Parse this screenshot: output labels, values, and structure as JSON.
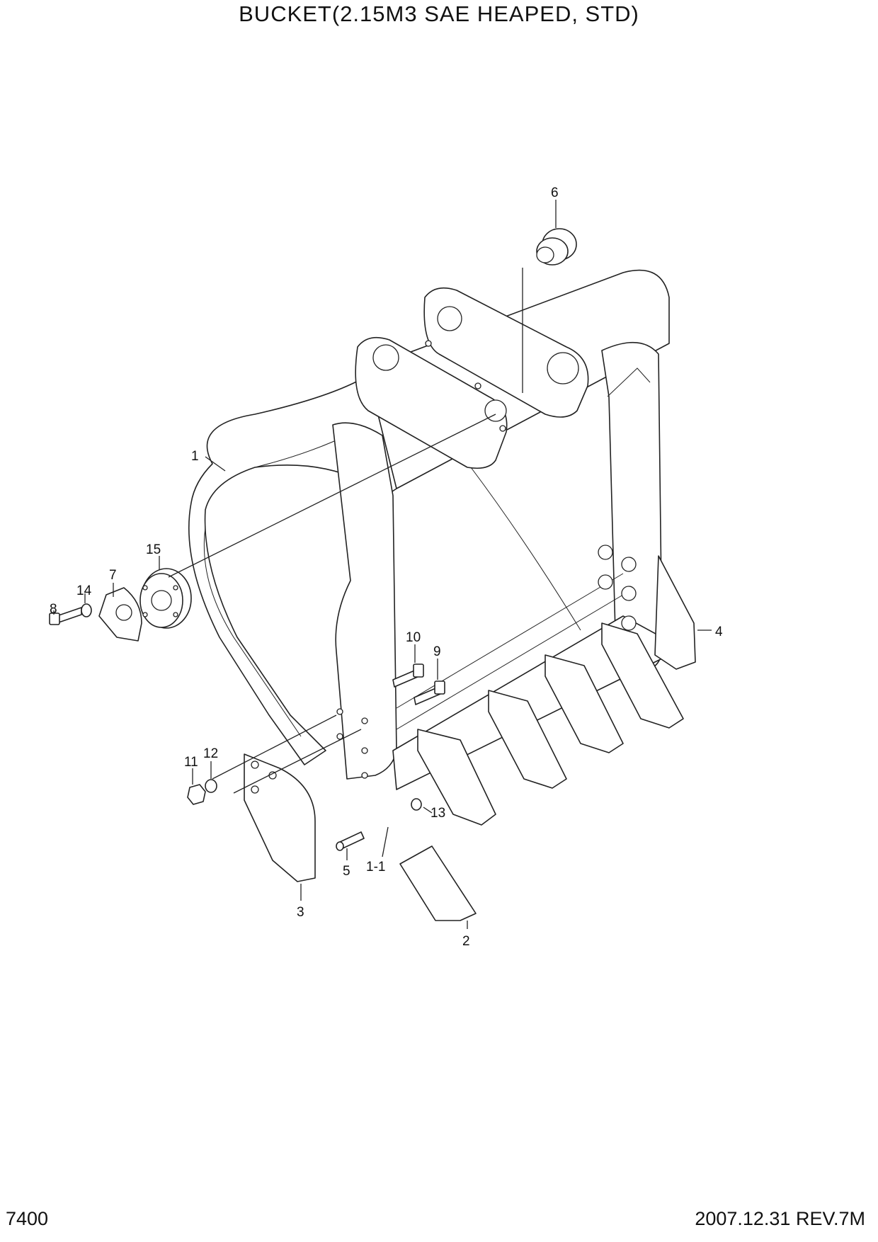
{
  "header": {
    "title": "BUCKET(2.15M3  SAE HEAPED, STD)"
  },
  "footer": {
    "page_code": "7400",
    "revision": "2007.12.31  REV.7M"
  },
  "callouts": {
    "c1": "1",
    "c1_1": "1-1",
    "c2": "2",
    "c3": "3",
    "c4": "4",
    "c5": "5",
    "c6": "6",
    "c7": "7",
    "c8": "8",
    "c9": "9",
    "c10": "10",
    "c11": "11",
    "c12": "12",
    "c13": "13",
    "c14": "14",
    "c15": "15"
  }
}
